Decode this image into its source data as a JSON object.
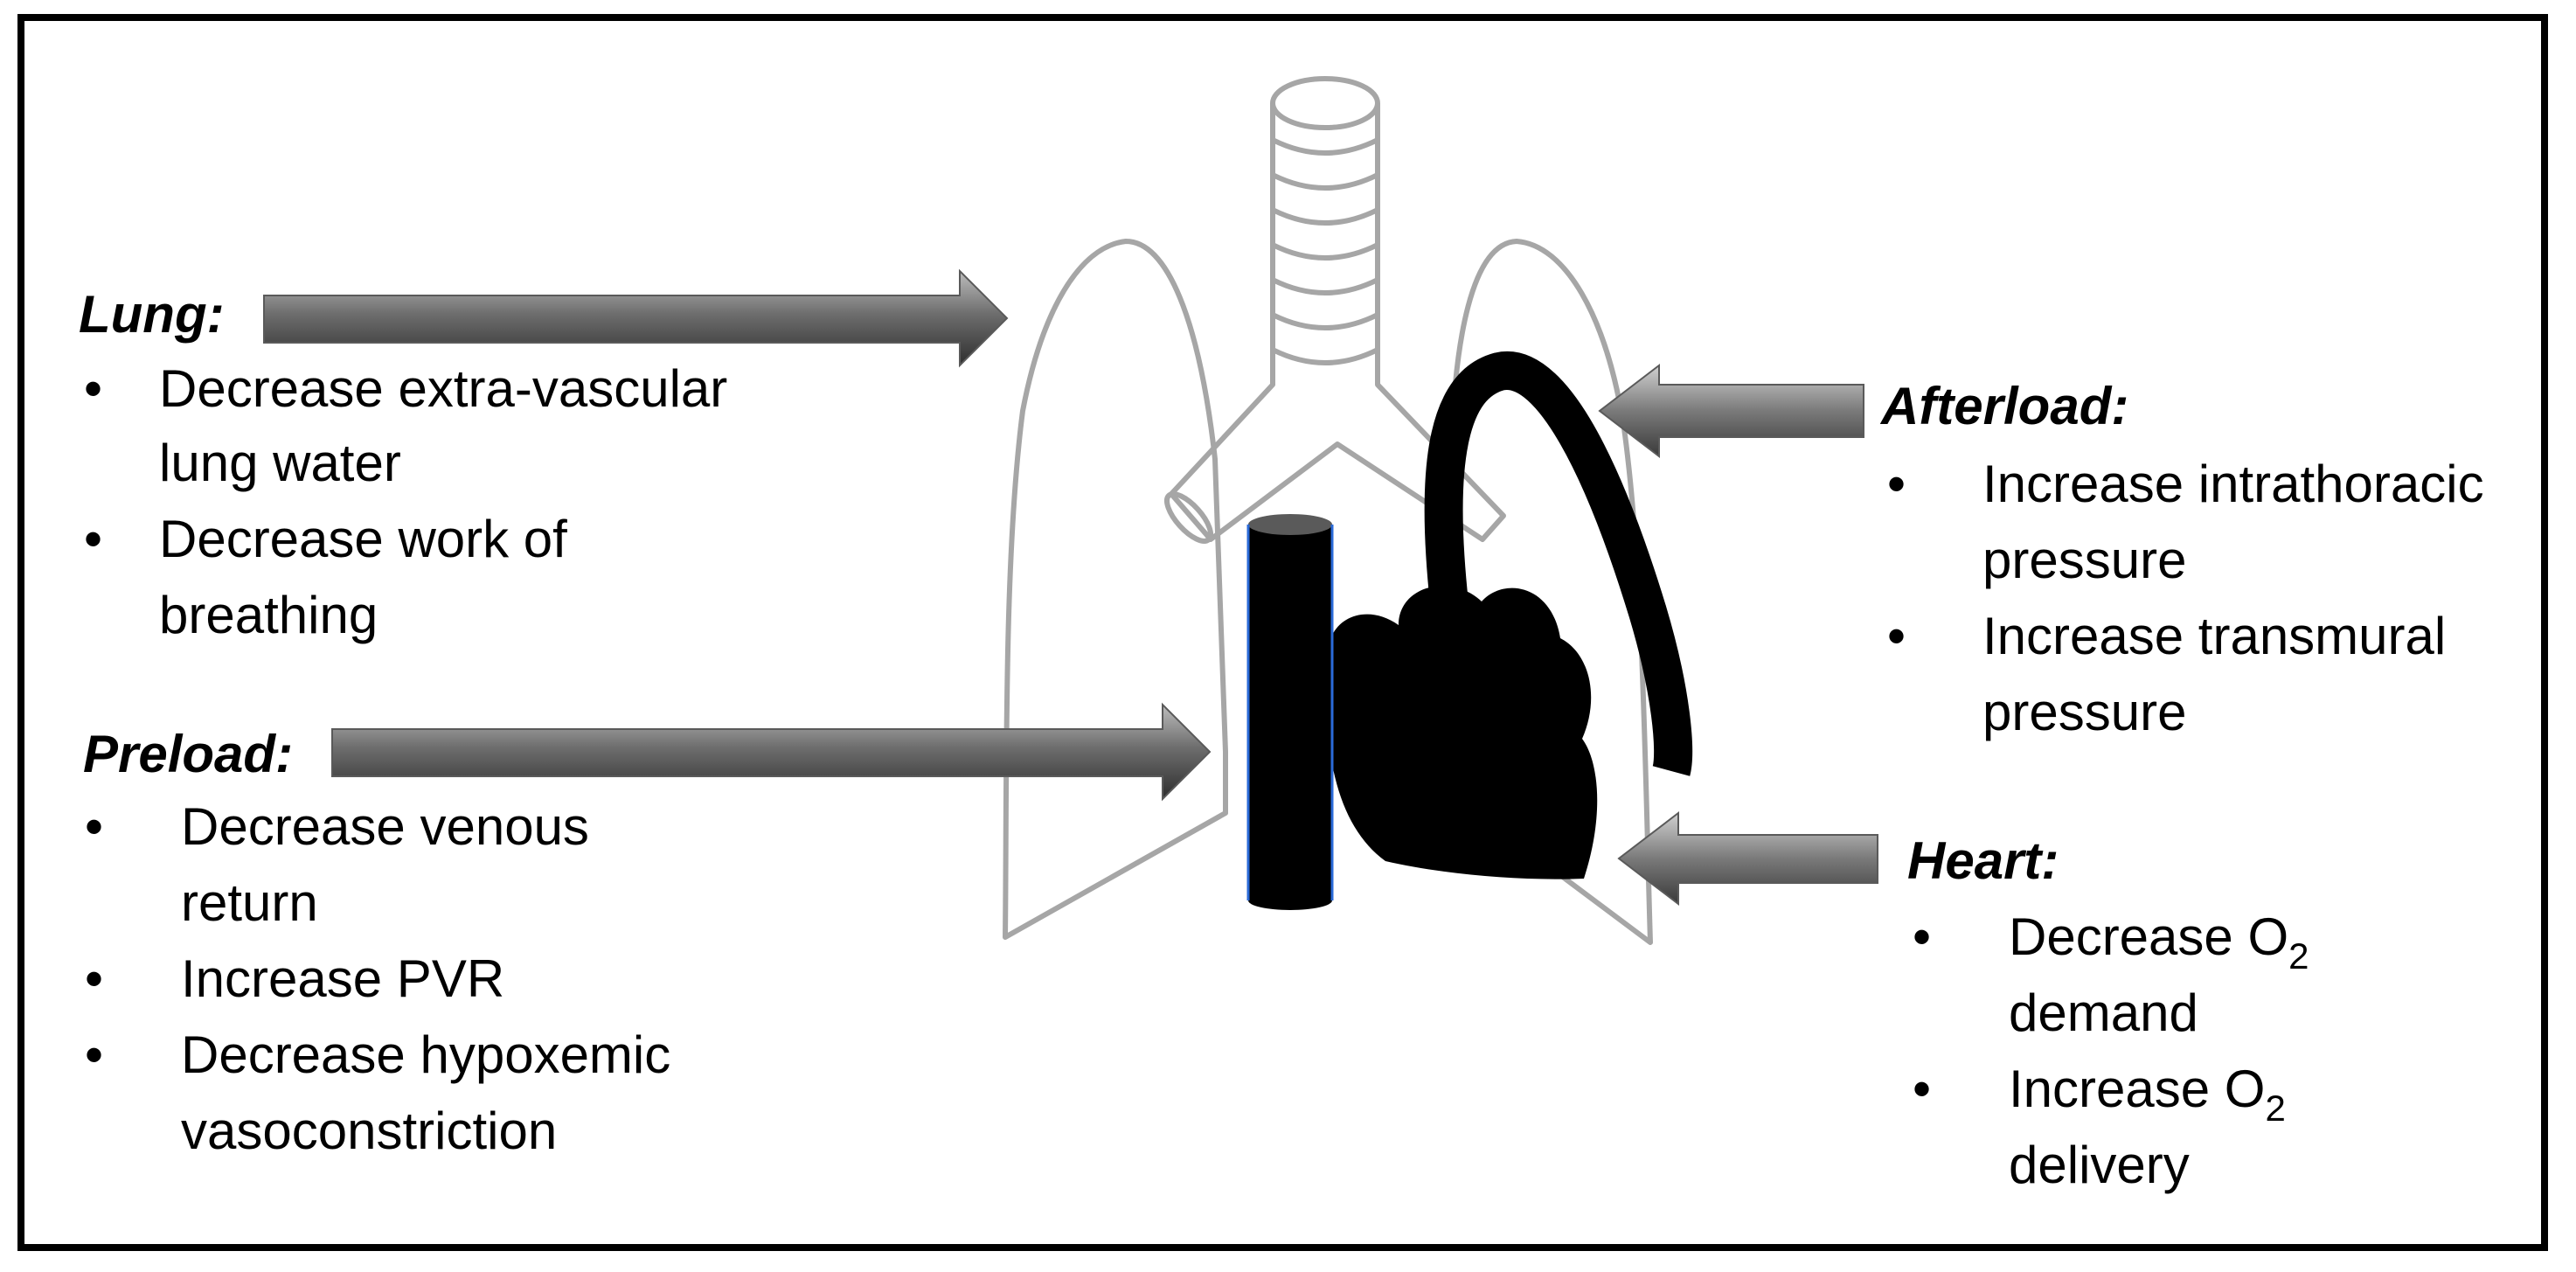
{
  "lung": {
    "heading": "Lung:",
    "items": [
      {
        "lines": [
          "Decrease extra-vascular",
          "lung water"
        ]
      },
      {
        "lines": [
          "Decrease work of",
          "breathing"
        ]
      }
    ]
  },
  "preload": {
    "heading": "Preload:",
    "items": [
      {
        "lines": [
          "Decrease venous",
          "return"
        ]
      },
      {
        "lines": [
          "Increase PVR"
        ]
      },
      {
        "lines": [
          "Decrease hypoxemic",
          "vasoconstriction"
        ]
      }
    ]
  },
  "afterload": {
    "heading": "Afterload:",
    "items": [
      {
        "lines": [
          "Increase intrathoracic",
          "pressure"
        ]
      },
      {
        "lines": [
          "Increase transmural",
          "pressure"
        ]
      }
    ]
  },
  "heart": {
    "heading": "Heart:",
    "items": [
      {
        "pre": "Decrease O",
        "sub": "2",
        "post": "demand"
      },
      {
        "pre": "Increase O",
        "sub": "2",
        "post": "delivery"
      }
    ]
  },
  "bullet": "•",
  "colors": {
    "border": "#000000",
    "organ_outline": "#a6a6a6",
    "heart_fill": "#000000",
    "arrow_dark": "#3a3a3a",
    "arrow_light": "#bdbdbd"
  },
  "icons": [
    "lungs-icon",
    "trachea-icon",
    "heart-icon",
    "aorta-icon",
    "vena-cava-icon",
    "arrow-icon"
  ]
}
